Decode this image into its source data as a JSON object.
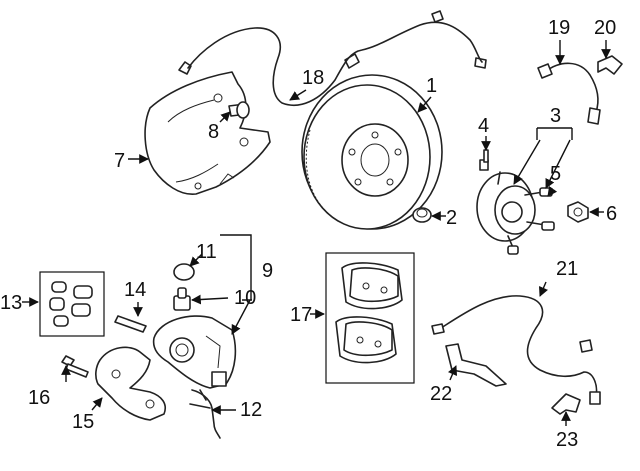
{
  "callouts": {
    "c1": "1",
    "c2": "2",
    "c3": "3",
    "c4": "4",
    "c5": "5",
    "c6": "6",
    "c7": "7",
    "c8": "8",
    "c9": "9",
    "c10": "10",
    "c11": "11",
    "c12": "12",
    "c13": "13",
    "c14": "14",
    "c15": "15",
    "c16": "16",
    "c17": "17",
    "c18": "18",
    "c19": "19",
    "c20": "20",
    "c21": "21",
    "c22": "22",
    "c23": "23"
  },
  "colors": {
    "ink": "#111111",
    "background": "#ffffff"
  }
}
